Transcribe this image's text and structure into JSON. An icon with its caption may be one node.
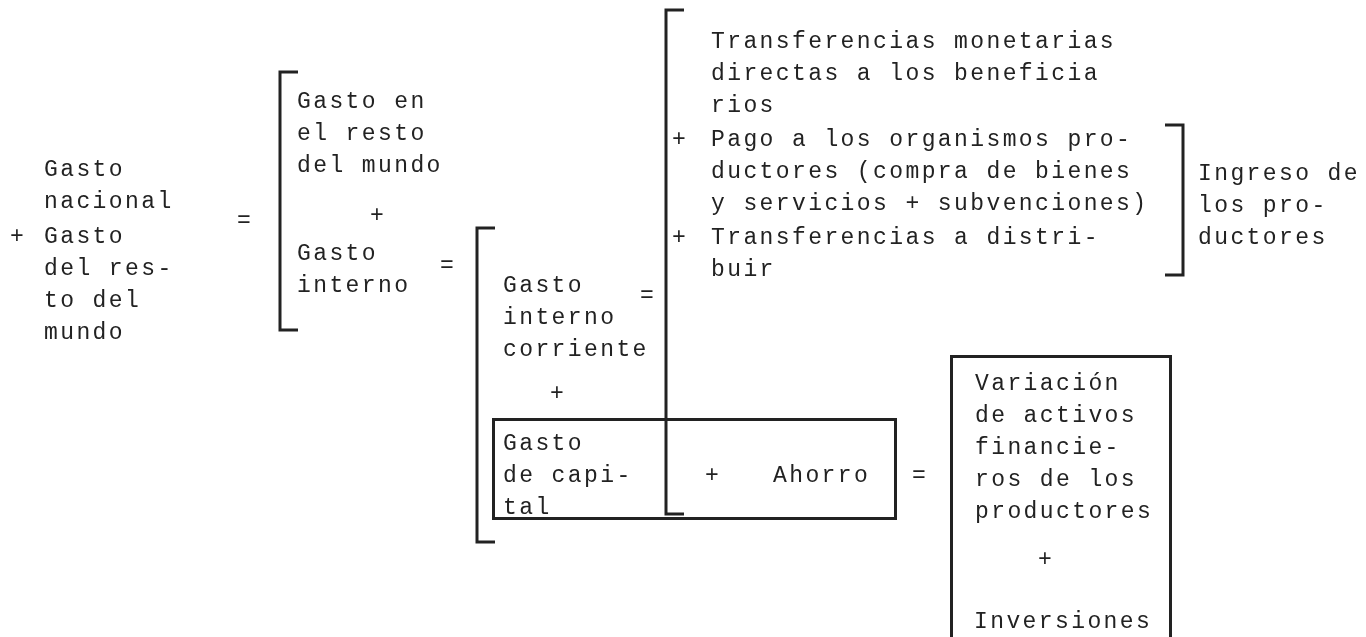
{
  "diagram": {
    "nodes": [
      {
        "text": [
          "Gasto de capi- tal",
          "+",
          "Ahorro"
        ]
      },
      {
        "text": [
          "Variación de activos financie- ros de los productores",
          "+",
          "Inversiones"
        ]
      }
    ],
    "labels": [
      "Gasto nacional",
      "+",
      "Gasto del res- to del mundo",
      "=",
      "Gasto en el resto del mundo",
      "+",
      "Gasto interno",
      "=",
      "Gasto interno corriente",
      "=",
      "+",
      "Transferencias monetarias directas a los beneficia rios",
      "+",
      "Pago a los organismos pro- ductores (compra de bienes y servicios + subvenciones)",
      "+",
      "Transferencias a distri- buir",
      "Ingreso de los pro- ductores",
      "="
    ]
  }
}
